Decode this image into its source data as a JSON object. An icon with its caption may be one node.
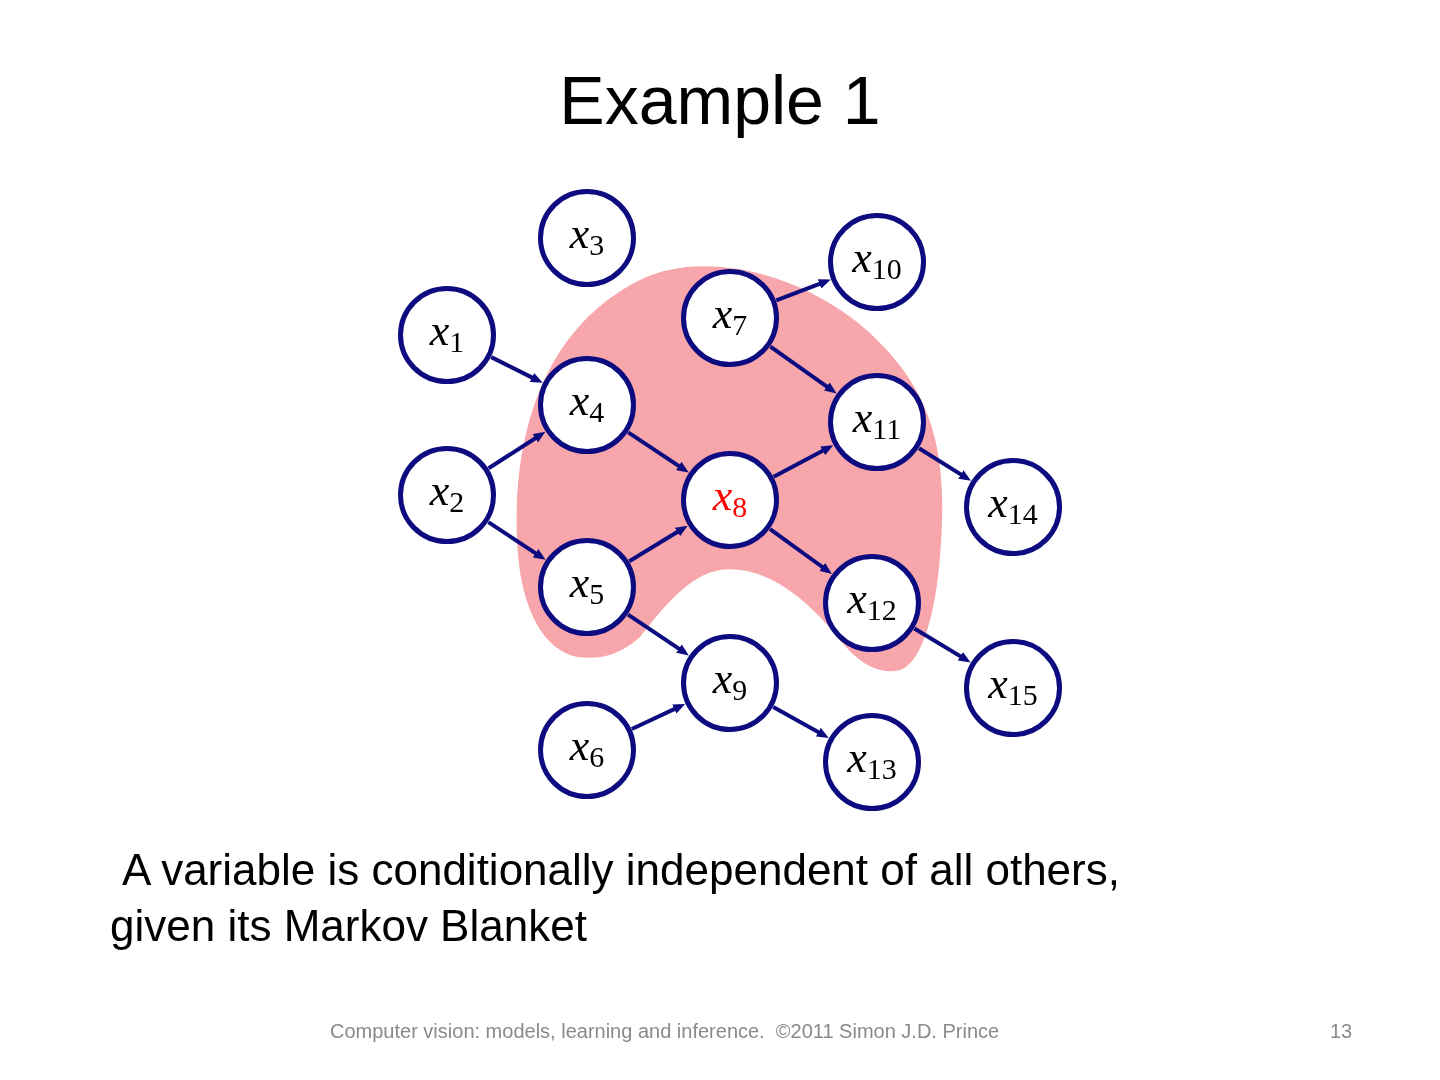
{
  "diagram": {
    "title": "Example 1",
    "nodes": [
      {
        "text": [
          "*x*$_{1}$"
        ]
      },
      {
        "text": [
          "*x*$_{2}$"
        ]
      },
      {
        "text": [
          "*x*$_{3}$"
        ]
      },
      {
        "text": [
          "*x*$_{4}$"
        ]
      },
      {
        "text": [
          "*x*$_{5}$"
        ]
      },
      {
        "text": [
          "*x*$_{6}$"
        ]
      },
      {
        "text": [
          "*x*$_{7}$"
        ]
      },
      {
        "text": [
          "*x*$_{8}$"
        ]
      },
      {
        "text": [
          "*x*$_{9}$"
        ]
      },
      {
        "text": [
          "*x*$_{10}$"
        ]
      },
      {
        "text": [
          "*x*$_{11}$"
        ]
      },
      {
        "text": [
          "*x*$_{12}$"
        ]
      },
      {
        "text": [
          "*x*$_{13}$"
        ]
      },
      {
        "text": [
          "*x*$_{14}$"
        ]
      },
      {
        "text": [
          "*x*$_{15}$"
        ]
      }
    ],
    "edges": [
      {
        "from": 0,
        "to": 3,
        "arrow": "to"
      },
      {
        "from": 1,
        "to": 3,
        "arrow": "to"
      },
      {
        "from": 1,
        "to": 4,
        "arrow": "to"
      },
      {
        "from": 3,
        "to": 7,
        "arrow": "to"
      },
      {
        "from": 4,
        "to": 7,
        "arrow": "to"
      },
      {
        "from": 4,
        "to": 8,
        "arrow": "to"
      },
      {
        "from": 5,
        "to": 8,
        "arrow": "to"
      },
      {
        "from": 6,
        "to": 9,
        "arrow": "to"
      },
      {
        "from": 6,
        "to": 10,
        "arrow": "to"
      },
      {
        "from": 7,
        "to": 10,
        "arrow": "to"
      },
      {
        "from": 7,
        "to": 11,
        "arrow": "to"
      },
      {
        "from": 8,
        "to": 12,
        "arrow": "to"
      },
      {
        "from": 10,
        "to": 13,
        "arrow": "to"
      },
      {
        "from": 11,
        "to": 14,
        "arrow": "to"
      }
    ],
    "caption": "A variable is conditionally independent of all others, given its Markov Blanket",
    "labels": [
      "Computer vision: models, learning and inference.  ©2011 Simon J.D. Prince",
      "13"
    ]
  }
}
